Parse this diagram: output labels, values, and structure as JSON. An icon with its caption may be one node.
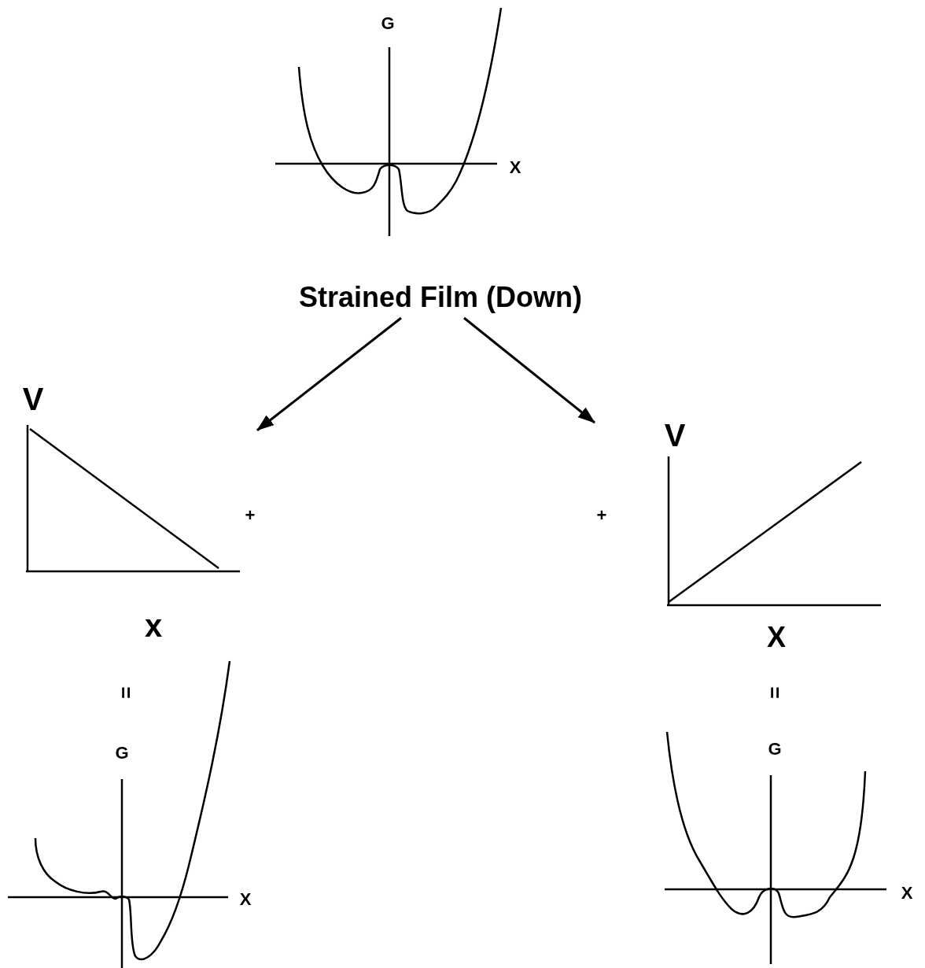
{
  "diagram": {
    "nodes": [
      {
        "text": [
          "Strained Film (Down)"
        ]
      },
      {
        "text": [
          "V",
          "+",
          "x"
        ]
      },
      {
        "text": [
          "+",
          "V",
          "X"
        ]
      }
    ],
    "edges": [
      {
        "from": 0,
        "to": 1,
        "arrow": "to"
      },
      {
        "from": 0,
        "to": 2,
        "arrow": "to"
      }
    ],
    "labels": [
      "G",
      "X",
      "=",
      "=",
      "G",
      "G",
      "X",
      "X"
    ]
  }
}
